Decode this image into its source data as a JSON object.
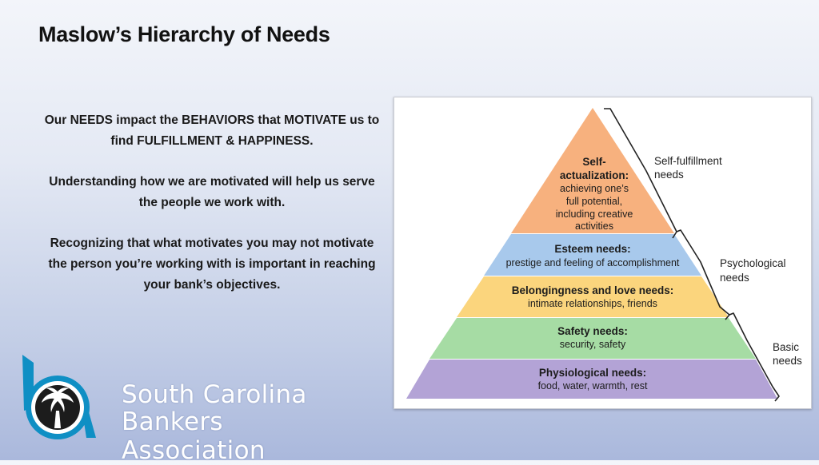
{
  "slide": {
    "title": "Maslow’s Hierarchy of Needs"
  },
  "body": {
    "paragraph1": "Our NEEDS impact the BEHAVIORS that MOTIVATE us to find FULFILLMENT & HAPPINESS.",
    "paragraph2": "Understanding how we are motivated will help us serve the people we work with.",
    "paragraph3": "Recognizing that what motivates you may not motivate the person you’re working with is important in reaching your bank’s objectives."
  },
  "pyramid": {
    "levels": [
      {
        "title_lines": [
          "Self-",
          "actualization:"
        ],
        "desc_lines": [
          "achieving one’s",
          "full potential,",
          "including creative",
          "activities"
        ],
        "color": "#f7b17e"
      },
      {
        "title_lines": [
          "Esteem needs:"
        ],
        "desc_lines": [
          "prestige and feeling of accomplishment"
        ],
        "color": "#a8c9ec"
      },
      {
        "title_lines": [
          "Belongingness and love needs:"
        ],
        "desc_lines": [
          "intimate relationships, friends"
        ],
        "color": "#fbd57d"
      },
      {
        "title_lines": [
          "Safety needs:"
        ],
        "desc_lines": [
          "security, safety"
        ],
        "color": "#a6dca4"
      },
      {
        "title_lines": [
          "Physiological needs:"
        ],
        "desc_lines": [
          "food, water, warmth, rest"
        ],
        "color": "#b3a3d6"
      }
    ],
    "groups": [
      {
        "lines": [
          "Self-fulfillment",
          "needs"
        ]
      },
      {
        "lines": [
          "Psychological",
          "needs"
        ]
      },
      {
        "lines": [
          "Basic",
          "needs"
        ]
      }
    ]
  },
  "logo": {
    "line1": "South Carolina",
    "line2": "Bankers Association",
    "primary_color": "#0f8fc4",
    "ink_color": "#1c1c1c"
  }
}
